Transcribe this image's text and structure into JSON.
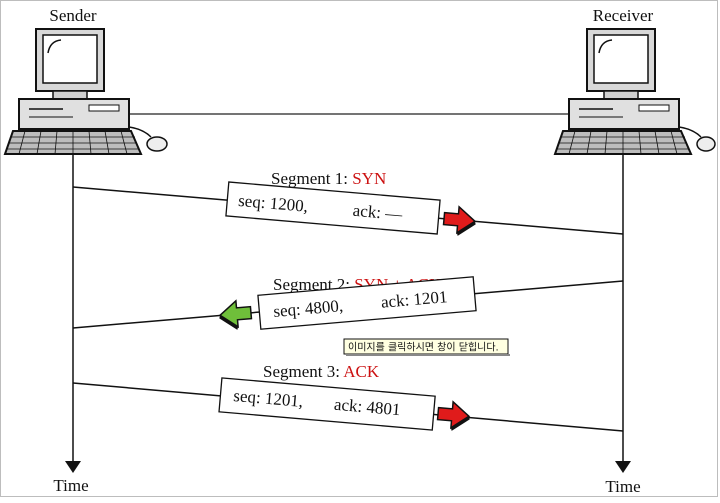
{
  "endpoints": {
    "sender": "Sender",
    "receiver": "Receiver",
    "time_label": "Time"
  },
  "segments": [
    {
      "label": "Segment 1: ",
      "flag": "SYN",
      "seq": "seq: 1200,",
      "ack": "ack: —",
      "direction": "sender-to-receiver",
      "arrow_color": "#e01b1b"
    },
    {
      "label": "Segment 2: ",
      "flag": "SYN + ACK",
      "seq": "seq: 4800,",
      "ack": "ack: 1201",
      "direction": "receiver-to-sender",
      "arrow_color": "#6fbf3a"
    },
    {
      "label": "Segment 3: ",
      "flag": "ACK",
      "seq": "seq: 1201,",
      "ack": "ack: 4801",
      "direction": "sender-to-receiver",
      "arrow_color": "#e01b1b"
    }
  ],
  "tooltip": "이미지를 클릭하시면 창이 닫힙니다.",
  "colors": {
    "flag_text": "#cc1111",
    "tooltip_bg": "#ffffe1"
  },
  "icons": [
    "computer-icon",
    "arrow-icon"
  ]
}
